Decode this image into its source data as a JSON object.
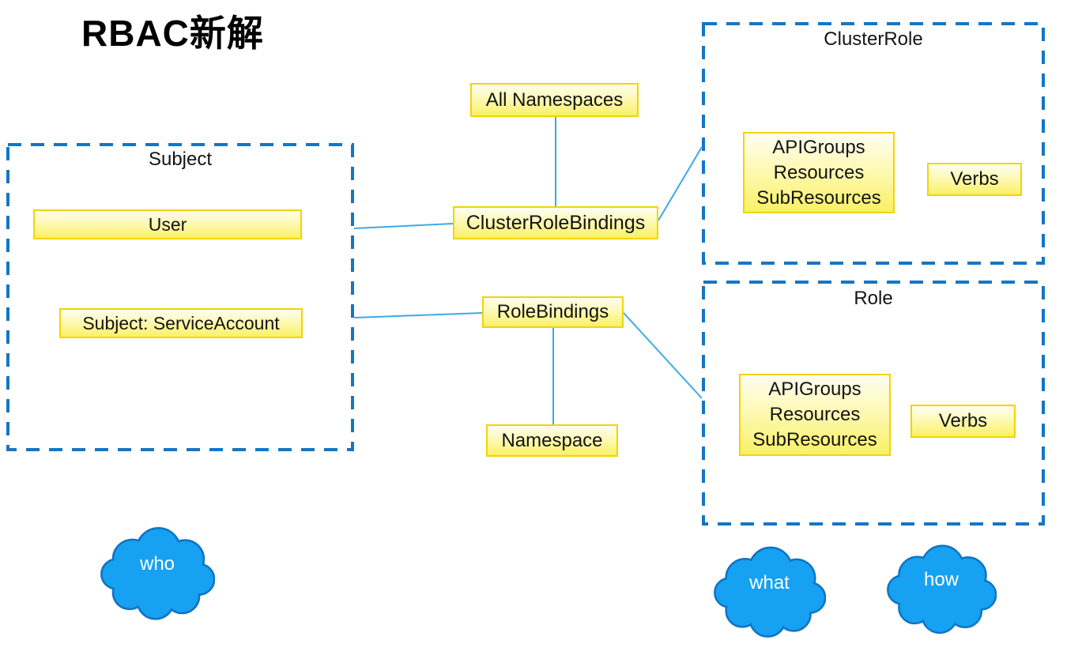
{
  "title": "RBAC新解",
  "colors": {
    "dashed_border_blue": "#1376c5",
    "connector_blue": "#3baae8",
    "node_border_yellow": "#f2d403",
    "node_fill_top": "#fffef2",
    "node_fill_bottom": "#faf065",
    "cloud_fill": "#16a1f2",
    "cloud_border": "#0e74c3",
    "text_black": "#141414",
    "cloud_text_white": "#ffffff"
  },
  "subject_group": {
    "label": "Subject",
    "user_label": "User",
    "service_account_label": "Subject: ServiceAccount"
  },
  "middle": {
    "all_namespaces": "All Namespaces",
    "cluster_role_bindings": "ClusterRoleBindings",
    "role_bindings": "RoleBindings",
    "namespace": "Namespace"
  },
  "cluster_role_group": {
    "label": "ClusterRole",
    "resources_lines": [
      "APIGroups",
      "Resources",
      "SubResources"
    ],
    "verbs_label": "Verbs"
  },
  "role_group": {
    "label": "Role",
    "resources_lines": [
      "APIGroups",
      "Resources",
      "SubResources"
    ],
    "verbs_label": "Verbs"
  },
  "clouds": {
    "who": "who",
    "what": "what",
    "how": "how"
  }
}
